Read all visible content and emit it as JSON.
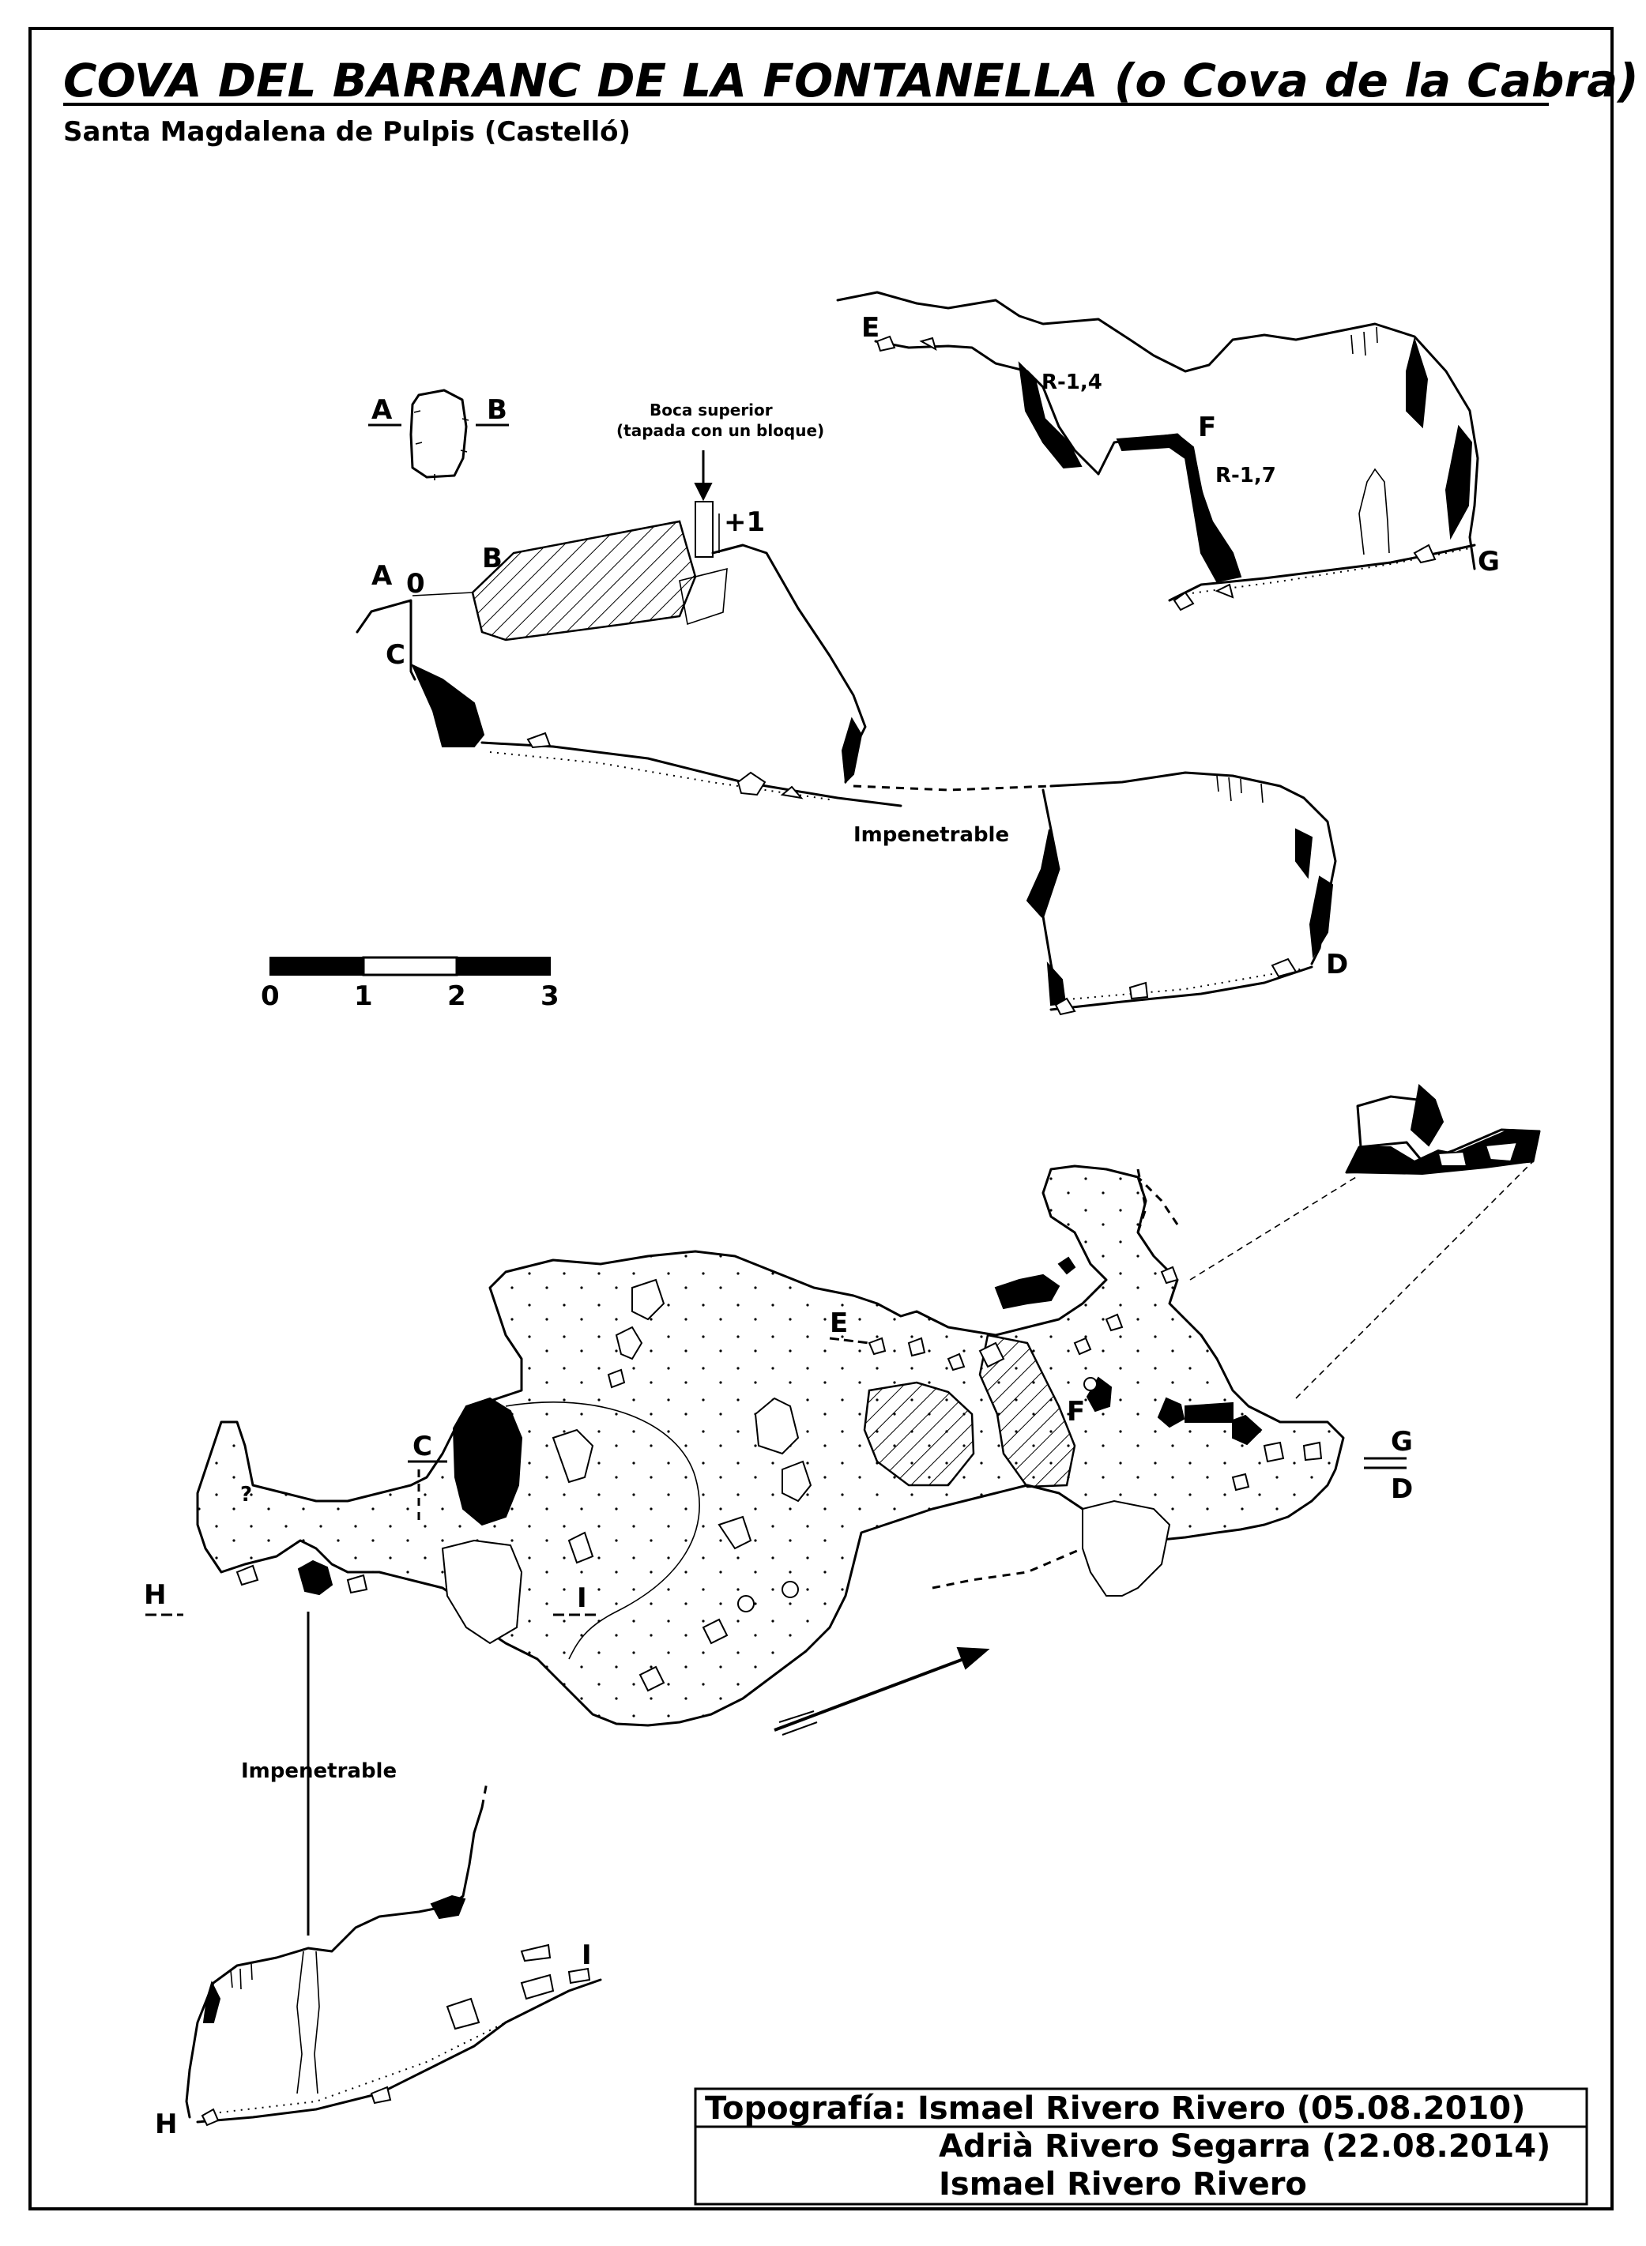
{
  "header": {
    "title": "COVA DEL BARRANC DE LA FONTANELLA  (o Cova de la Cabra)",
    "location": "Santa Magdalena de Pulpis (Castelló)"
  },
  "section_labels": {
    "A": "A",
    "B": "B",
    "C": "C",
    "D": "D",
    "E": "E",
    "F": "F",
    "G": "G",
    "H": "H",
    "I": "I",
    "zero": "0",
    "question": "?"
  },
  "profile_notes": {
    "boca_line1": "Boca superior",
    "boca_line2": "(tapada con un bloque)",
    "plus_one": "+1",
    "r14": "R-1,4",
    "r17": "R-1,7",
    "impenetrable": "Impenetrable"
  },
  "scale_bar": {
    "ticks": [
      "0",
      "1",
      "2",
      "3"
    ]
  },
  "plan_notes": {
    "impenetrable": "Impenetrable"
  },
  "credits": {
    "line1": "Topografía: Ismael Rivero Rivero (05.08.2010)",
    "line2": "Adrià Rivero Segarra (22.08.2014)",
    "line3": "Ismael Rivero Rivero"
  }
}
